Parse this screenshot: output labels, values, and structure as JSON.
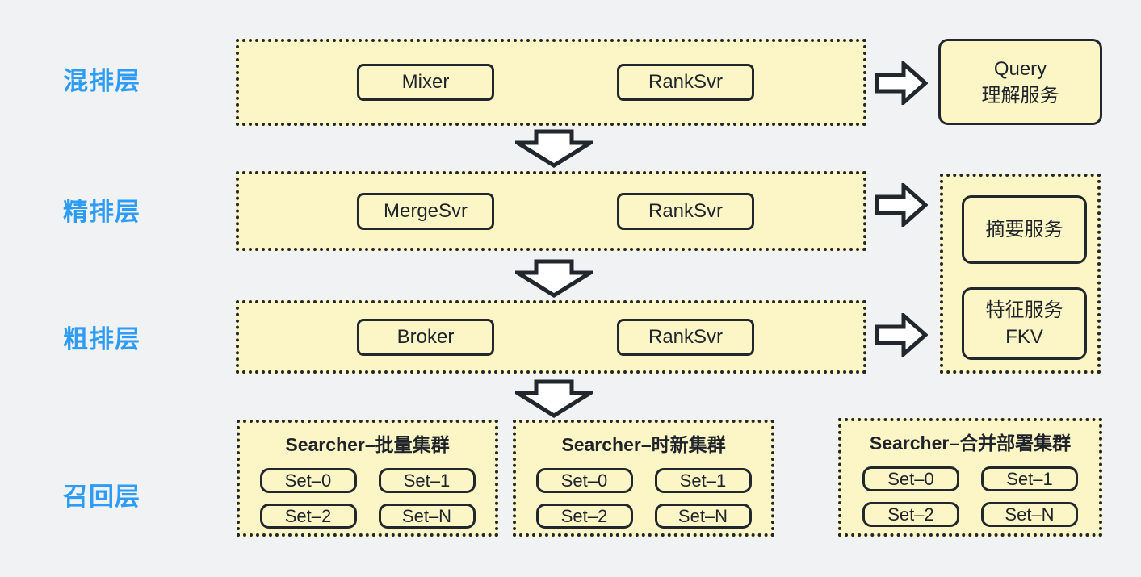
{
  "layer_labels": [
    {
      "label": "混排层"
    },
    {
      "label": "精排层"
    },
    {
      "label": "粗排层"
    },
    {
      "label": "召回层"
    }
  ],
  "rows": [
    {
      "left_box": "Mixer",
      "right_box": "RankSvr"
    },
    {
      "left_box": "MergeSvr",
      "right_box": "RankSvr"
    },
    {
      "left_box": "Broker",
      "right_box": "RankSvr"
    }
  ],
  "side_services": {
    "query": {
      "line1": "Query",
      "line2": "理解服务"
    },
    "summary": {
      "line1": "摘要服务"
    },
    "feature": {
      "line1": "特征服务",
      "line2": "FKV"
    }
  },
  "clusters": [
    {
      "title": "Searcher–批量集群",
      "sets": [
        "Set–0",
        "Set–1",
        "Set–2",
        "Set–N"
      ]
    },
    {
      "title": "Searcher–时新集群",
      "sets": [
        "Set–0",
        "Set–1",
        "Set–2",
        "Set–N"
      ]
    },
    {
      "title": "Searcher–合并部署集群",
      "sets": [
        "Set–0",
        "Set–1",
        "Set–2",
        "Set–N"
      ]
    }
  ],
  "icons": {
    "down_arrow": "down-arrow",
    "right_arrow": "right-arrow"
  },
  "colors": {
    "accent_blue": "#2E9CF4",
    "panel_yellow": "#FCF5C6",
    "line_dark": "#22272D",
    "background": "#F1F2F4"
  }
}
